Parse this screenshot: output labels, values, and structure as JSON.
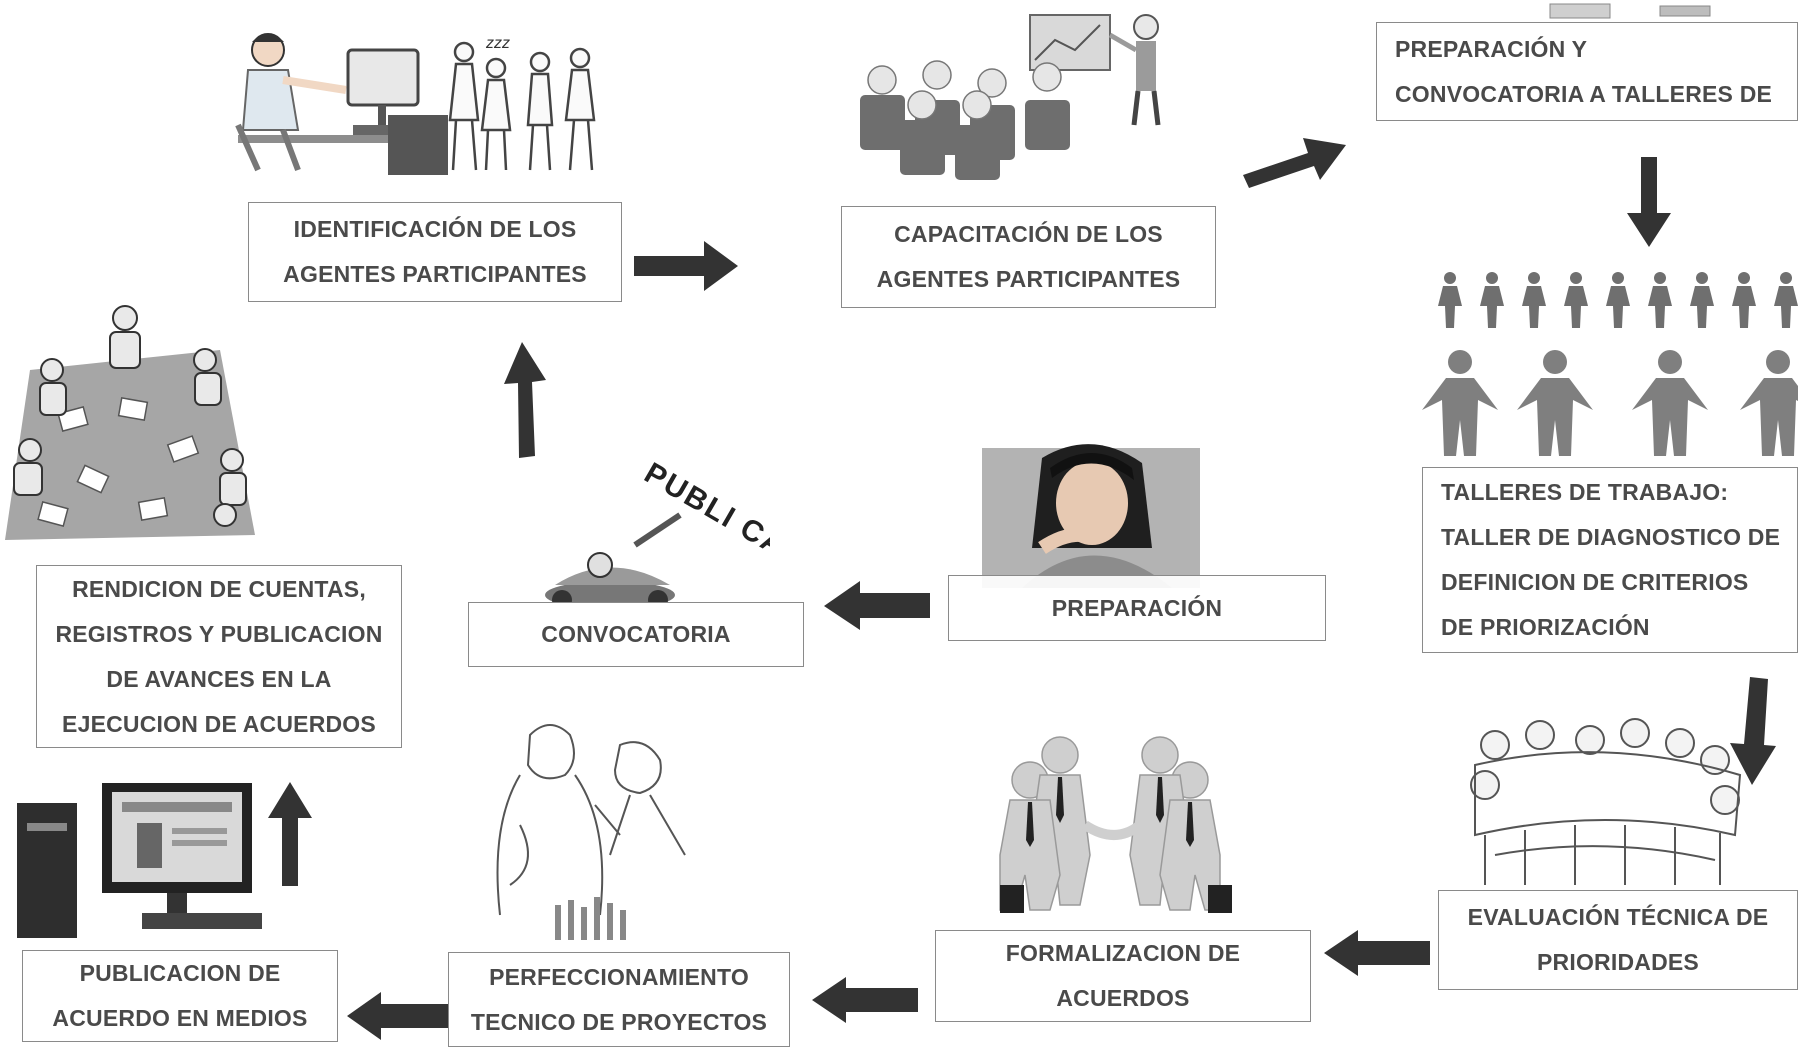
{
  "diagram": {
    "steps": [
      {
        "id": "identificacion",
        "lines": [
          "IDENTIFICACIÓN DE LOS",
          "AGENTES PARTICIPANTES"
        ]
      },
      {
        "id": "capacitacion",
        "lines": [
          "CAPACITACIÓN DE LOS",
          "AGENTES PARTICIPANTES"
        ]
      },
      {
        "id": "preparacion-convocatoria",
        "lines": [
          "PREPARACIÓN Y",
          "CONVOCATORIA A TALLERES DE"
        ]
      },
      {
        "id": "talleres",
        "lines": [
          "TALLERES DE TRABAJO:",
          "TALLER DE DIAGNOSTICO DE",
          "DEFINICION DE CRITERIOS",
          "DE PRIORIZACIÓN"
        ]
      },
      {
        "id": "evaluacion",
        "lines": [
          "EVALUACIÓN TÉCNICA DE",
          "PRIORIDADES"
        ]
      },
      {
        "id": "formalizacion",
        "lines": [
          "FORMALIZACION DE",
          "ACUERDOS"
        ]
      },
      {
        "id": "perfeccionamiento",
        "lines": [
          "PERFECCIONAMIENTO",
          "TECNICO DE PROYECTOS"
        ]
      },
      {
        "id": "publicacion",
        "lines": [
          "PUBLICACION DE",
          "ACUERDO EN MEDIOS"
        ]
      },
      {
        "id": "rendicion",
        "lines": [
          "RENDICION DE CUENTAS,",
          "REGISTROS Y PUBLICACION",
          "DE AVANCES EN LA",
          "EJECUCION DE ACUERDOS"
        ]
      },
      {
        "id": "preparacion",
        "lines": [
          "PREPARACIÓN"
        ]
      },
      {
        "id": "convocatoria",
        "lines": [
          "CONVOCATORIA"
        ]
      }
    ],
    "illustrations": {
      "publicar_sign": "PUBLI CAR"
    },
    "colors": {
      "arrow": "#333333",
      "box_border": "#8a8a8a",
      "text": "#4a4a4a",
      "figure": "#7f7f7f"
    }
  }
}
